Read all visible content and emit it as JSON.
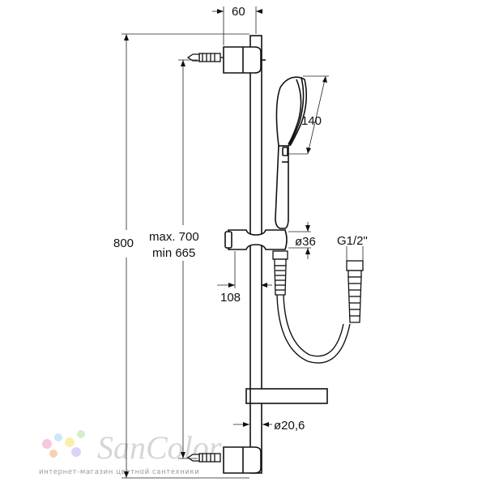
{
  "drawing": {
    "dimensions": {
      "bracket_offset": "60",
      "total_height": "800",
      "spacing_max": "max. 700",
      "spacing_min": "min 665",
      "handshower_length": "140",
      "holder_diameter": "ø36",
      "holder_offset": "108",
      "hose_thread": "G1/2\"",
      "bar_diameter": "ø20,6"
    }
  },
  "watermark": {
    "brand": "SanColor",
    "tagline": "интернет-магазин цветной сантехники",
    "dot_colors": [
      "#f3a0c8",
      "#a8d7f5",
      "#f6e27a",
      "#b6e3a8",
      "#f4b27a",
      "#c8b6f0"
    ]
  }
}
